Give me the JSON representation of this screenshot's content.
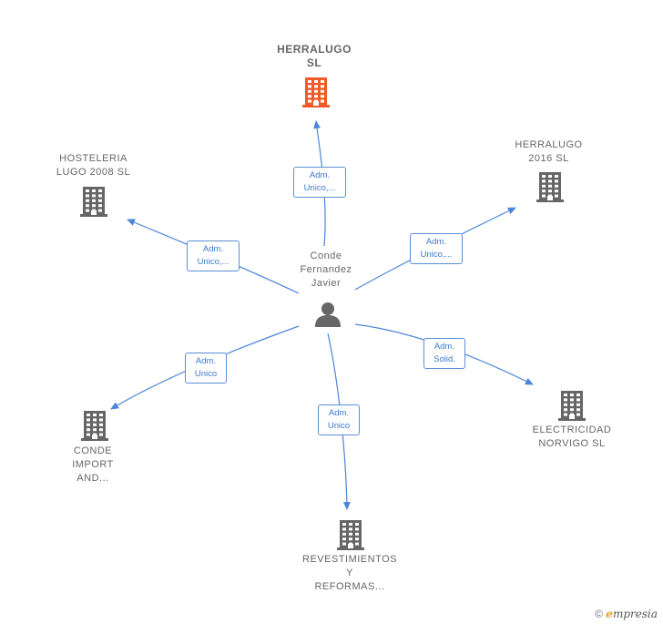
{
  "center": {
    "name": "Conde\nFernandez\nJavier",
    "icon": "person-icon"
  },
  "nodes": [
    {
      "id": "herralugo-sl",
      "label": "HERRALUGO\nSL",
      "color": "#f05a28",
      "main": true
    },
    {
      "id": "herralugo-2016-sl",
      "label": "HERRALUGO\n2016  SL",
      "color": "#666666"
    },
    {
      "id": "hosteleria-lugo-2008-sl",
      "label": "HOSTELERIA\nLUGO 2008 SL",
      "color": "#666666"
    },
    {
      "id": "electricidad-norvigo-sl",
      "label": "ELECTRICIDAD\nNORVIGO SL",
      "color": "#666666"
    },
    {
      "id": "conde-import-and",
      "label": "CONDE\nIMPORT\nAND...",
      "color": "#666666"
    },
    {
      "id": "revestimientos-y-reformas",
      "label": "REVESTIMIENTOS\nY\nREFORMAS...",
      "color": "#666666"
    }
  ],
  "edges": [
    {
      "to": "herralugo-sl",
      "label": "Adm.\nUnico,..."
    },
    {
      "to": "herralugo-2016-sl",
      "label": "Adm.\nUnico,..."
    },
    {
      "to": "hosteleria-lugo-2008-sl",
      "label": "Adm.\nUnico,..."
    },
    {
      "to": "electricidad-norvigo-sl",
      "label": "Adm.\nSolid."
    },
    {
      "to": "conde-import-and",
      "label": "Adm.\nUnico"
    },
    {
      "to": "revestimientos-y-reformas",
      "label": "Adm.\nUnico"
    }
  ],
  "colors": {
    "edge": "#4a86d8",
    "building_default": "#666666",
    "building_main": "#f05a28"
  },
  "copyright": {
    "symbol": "©",
    "brand_e": "e",
    "brand_rest": "mpresia"
  }
}
